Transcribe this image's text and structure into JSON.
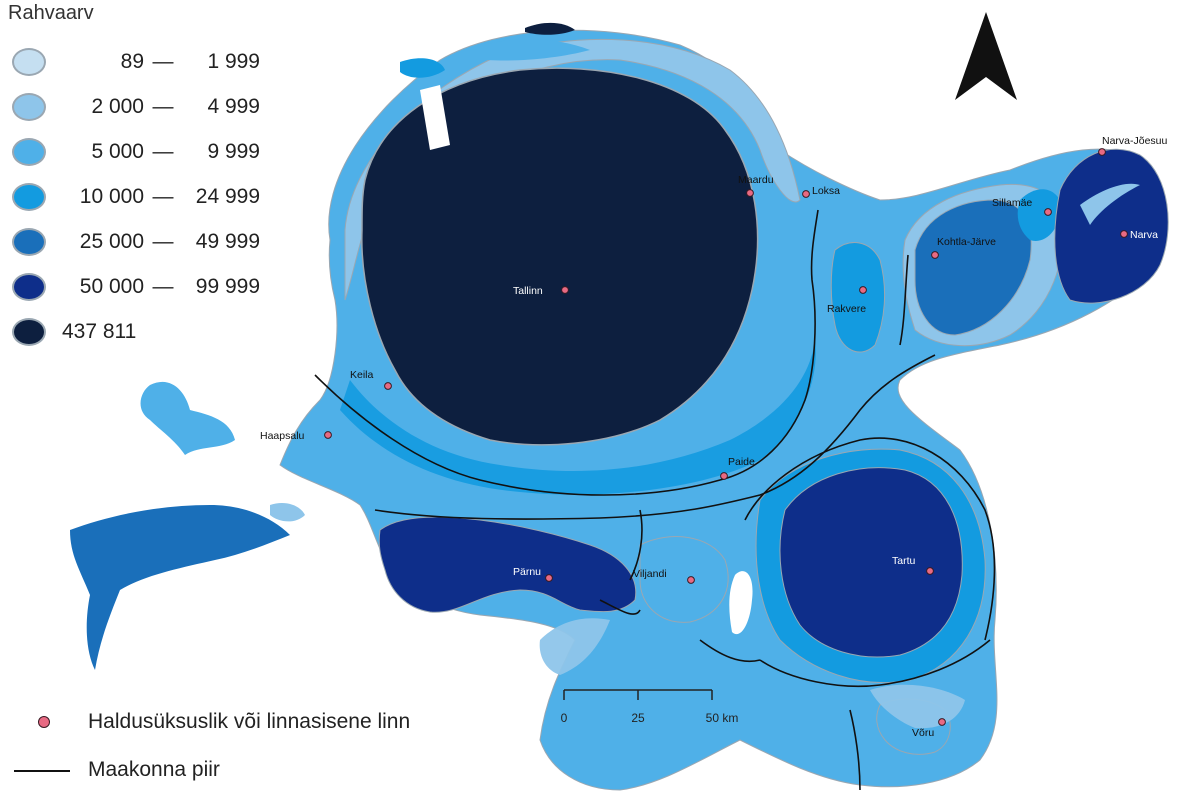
{
  "legend": {
    "title": "Rahvaarv",
    "classes": [
      {
        "from": "89",
        "to": "1 999",
        "color": "#c5dff1"
      },
      {
        "from": "2 000",
        "to": "4 999",
        "color": "#8ec5ea"
      },
      {
        "from": "5 000",
        "to": "9 999",
        "color": "#4fb0e8"
      },
      {
        "from": "10 000",
        "to": "24 999",
        "color": "#139be0"
      },
      {
        "from": "25 000",
        "to": "49 999",
        "color": "#1a6fba"
      },
      {
        "from": "50 000",
        "to": "99 999",
        "color": "#0e2e8a"
      },
      {
        "from": "437 811",
        "to": "",
        "color": "#0d1f3f"
      }
    ],
    "town_symbol_label": "Haldusüksuslik või linnasisene linn",
    "boundary_label": "Maakonna piir"
  },
  "scale_bar": {
    "ticks": [
      "0",
      "25",
      "50 km"
    ]
  },
  "north_arrow": {
    "icon": "north-arrow-icon"
  },
  "towns": [
    {
      "name": "Tallinn",
      "text_color": "#ffffff"
    },
    {
      "name": "Maardu",
      "text_color": "#111111"
    },
    {
      "name": "Loksa",
      "text_color": "#111111"
    },
    {
      "name": "Keila",
      "text_color": "#111111"
    },
    {
      "name": "Haapsalu",
      "text_color": "#111111"
    },
    {
      "name": "Rakvere",
      "text_color": "#111111"
    },
    {
      "name": "Kohtla-Järve",
      "text_color": "#111111"
    },
    {
      "name": "Sillamäe",
      "text_color": "#111111"
    },
    {
      "name": "Narva-Jõesuu",
      "text_color": "#111111"
    },
    {
      "name": "Narva",
      "text_color": "#ffffff"
    },
    {
      "name": "Paide",
      "text_color": "#111111"
    },
    {
      "name": "Pärnu",
      "text_color": "#ffffff"
    },
    {
      "name": "Viljandi",
      "text_color": "#111111"
    },
    {
      "name": "Tartu",
      "text_color": "#ffffff"
    },
    {
      "name": "Võru",
      "text_color": "#111111"
    }
  ]
}
